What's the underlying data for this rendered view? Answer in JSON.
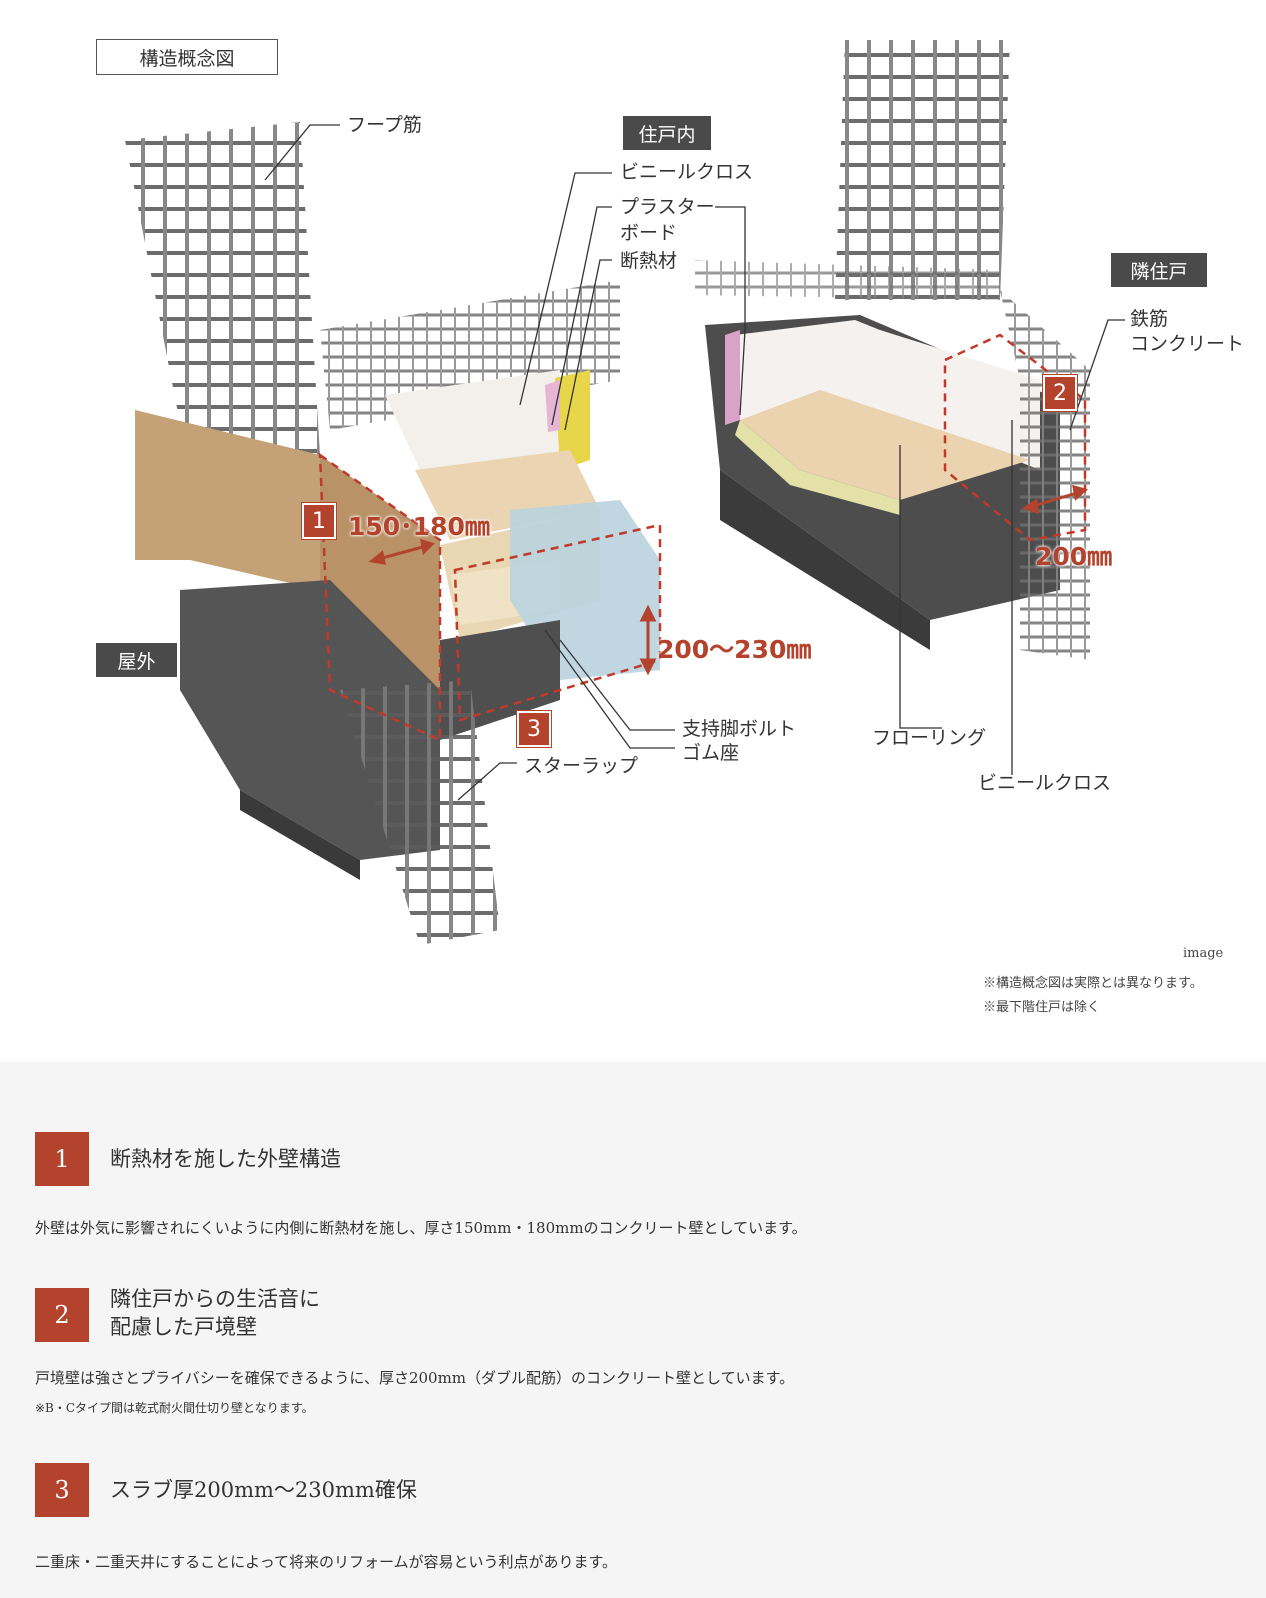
{
  "diagram": {
    "title": "構造概念図",
    "zones": {
      "unit": "住戸内",
      "neighbor": "隣住戸",
      "outdoor": "屋外"
    },
    "labels": {
      "hoop": "フープ筋",
      "vinyl_cross": "ビニールクロス",
      "plaster_board_1": "プラスター",
      "plaster_board_2": "ボード",
      "insulation": "断熱材",
      "rc_1": "鉄筋",
      "rc_2": "コンクリート",
      "bolt": "支持脚ボルト",
      "rubber": "ゴム座",
      "stirrup": "スターラップ",
      "flooring": "フローリング",
      "vinyl_cross_2": "ビニールクロス"
    },
    "dims": {
      "d1": "150･180㎜",
      "d2": "200㎜",
      "d3": "200〜230㎜"
    },
    "badges": [
      "1",
      "2",
      "3"
    ],
    "notes": {
      "image": "image",
      "note1": "※構造概念図は実際とは異なります。",
      "note2": "※最下階住戸は除く"
    }
  },
  "features": [
    {
      "num": "1",
      "title": "断熱材を施した外壁構造",
      "desc": "外壁は外気に影響されにくいように内側に断熱材を施し、厚さ150mm・180mmのコンクリート壁としています。"
    },
    {
      "num": "2",
      "title_1": "隣住戸からの生活音に",
      "title_2": "配慮した戸境壁",
      "desc": "戸境壁は強さとプライバシーを確保できるように、厚さ200mm（ダブル配筋）のコンクリート壁としています。",
      "note": "※B・Cタイプ間は乾式耐火間仕切り壁となります。"
    },
    {
      "num": "3",
      "title": "スラブ厚200mm〜230mm確保",
      "desc": "二重床・二重天井にすることによって将来のリフォームが容易という利点があります。"
    }
  ],
  "colors": {
    "accent": "#b4432e",
    "tag_bg": "#4a4a4a",
    "concrete": "#4d4d4d",
    "wood": "#e9d2b0"
  }
}
